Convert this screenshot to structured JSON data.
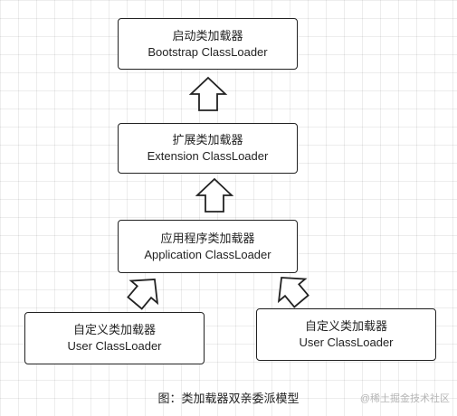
{
  "nodes": {
    "bootstrap": {
      "line1": "启动类加载器",
      "line2": "Bootstrap ClassLoader"
    },
    "extension": {
      "line1": "扩展类加载器",
      "line2": "Extension ClassLoader"
    },
    "application": {
      "line1": "应用程序类加载器",
      "line2": "Application ClassLoader"
    },
    "user_left": {
      "line1": "自定义类加载器",
      "line2": "User ClassLoader"
    },
    "user_right": {
      "line1": "自定义类加载器",
      "line2": "User ClassLoader"
    }
  },
  "caption": "图：类加载器双亲委派模型",
  "watermark": "@稀土掘金技术社区",
  "colors": {
    "stroke": "#222222",
    "fill": "#ffffff",
    "grid": "#e6e6e6",
    "watermark": "#b5b5b5"
  }
}
